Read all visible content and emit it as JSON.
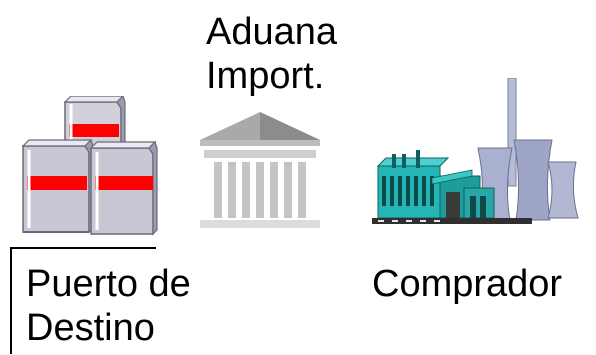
{
  "customs": {
    "line1": "Aduana",
    "line2": "Import."
  },
  "port": {
    "line1": "Puerto de",
    "line2": "Destino"
  },
  "buyer": {
    "label": "Comprador"
  },
  "colors": {
    "crate_band": "#ff0000",
    "crate_body": "#c8c8d4",
    "building": "#a9a9a9",
    "plant": "#26b5b5",
    "tower": "#aab0cf"
  },
  "icons": [
    "crates-icon",
    "customs-building-icon",
    "power-plant-icon"
  ]
}
